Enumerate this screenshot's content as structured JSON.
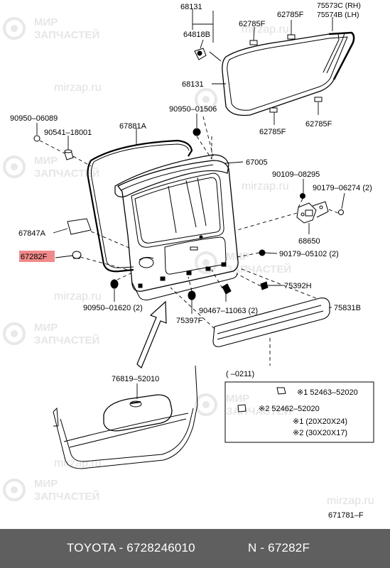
{
  "watermark": {
    "brand_line1": "МИР",
    "brand_line2": "ЗАПЧАСТЕЙ",
    "site": "mirzap.ru"
  },
  "parts": {
    "p68131_top": "68131",
    "p75573c": "75573C (RH)",
    "p75574b": "75574B (LH)",
    "p62785f_a": "62785F",
    "p62785f_b": "62785F",
    "p64818b": "64818B",
    "p68131_mid": "68131",
    "p90950_01506": "90950–01506",
    "p62785f_c": "62785F",
    "p62785f_d": "62785F",
    "p90950_06089": "90950–06089",
    "p90541_18001": "90541–18001",
    "p67881a": "67881A",
    "p67005": "67005",
    "p90109_08295": "90109–08295",
    "p90179_06274": "90179–06274 (2)",
    "p67847a": "67847A",
    "p68650": "68650",
    "p67282f": "67282F",
    "p90179_05102": "90179–05102 (2)",
    "p75392h": "75392H",
    "p90950_01620": "90950–01620 (2)",
    "p90467_11063": "90467–11063 (2)",
    "p75831b": "75831B",
    "p75397f": "75397F",
    "p76819_52010": "76819–52010"
  },
  "note_box": {
    "range": "(       –0211)",
    "item1": "※1 52463–52020",
    "item2": "※2 52462–52020",
    "dim1": "※1  (20X20X24)",
    "dim2": "※2  (30X20X17)"
  },
  "diagram_code": "671781–F",
  "footer": {
    "left": "TOYOTA - 6728246010",
    "right": "N - 67282F"
  },
  "highlight_color": "#f08a8a"
}
